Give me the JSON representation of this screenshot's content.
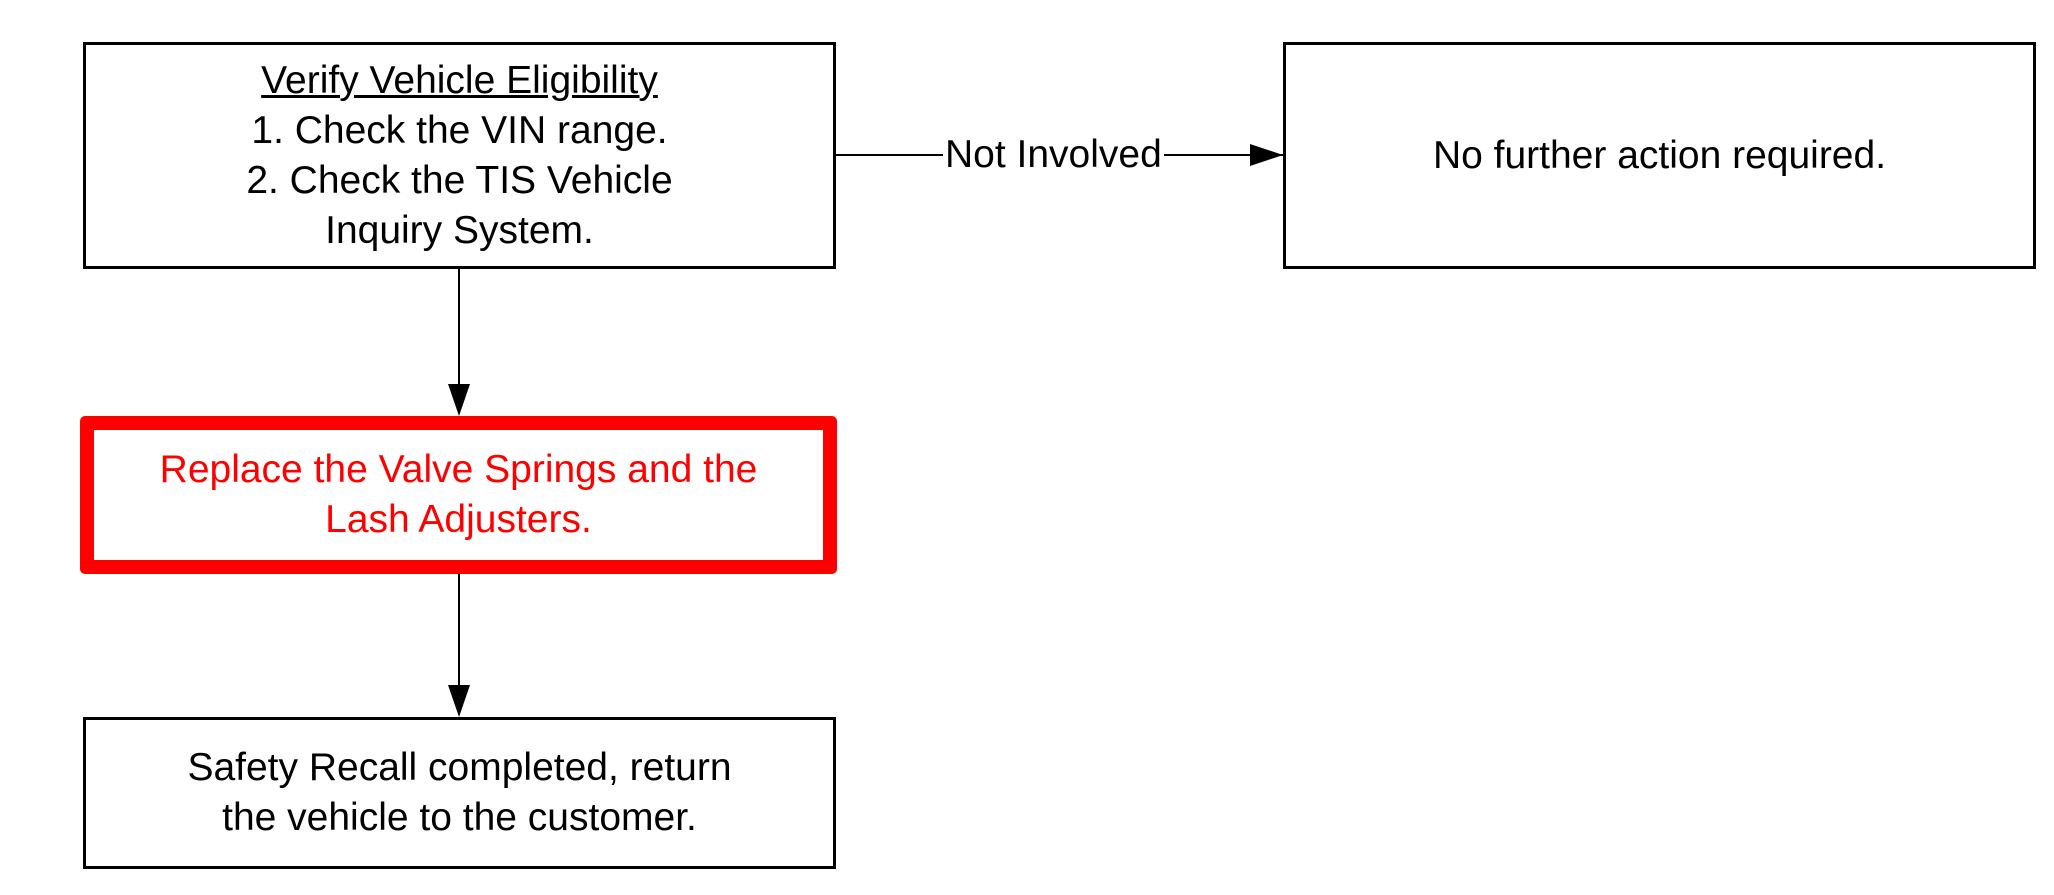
{
  "diagram": {
    "nodes": {
      "verify": {
        "heading": "Verify Vehicle Eligibility",
        "lines": [
          "1. Check the VIN range.",
          "2. Check the TIS Vehicle",
          "Inquiry System."
        ]
      },
      "no_action": {
        "lines": [
          "No further action required."
        ]
      },
      "replace": {
        "lines": [
          "Replace the Valve Springs and the",
          "Lash Adjusters."
        ],
        "highlight_color": "#ff0000"
      },
      "complete": {
        "lines": [
          "Safety Recall completed, return",
          "the vehicle to the customer."
        ]
      }
    },
    "edges": [
      {
        "from": "verify",
        "to": "no_action",
        "label": "Not Involved"
      },
      {
        "from": "verify",
        "to": "replace",
        "label": ""
      },
      {
        "from": "replace",
        "to": "complete",
        "label": ""
      }
    ]
  }
}
